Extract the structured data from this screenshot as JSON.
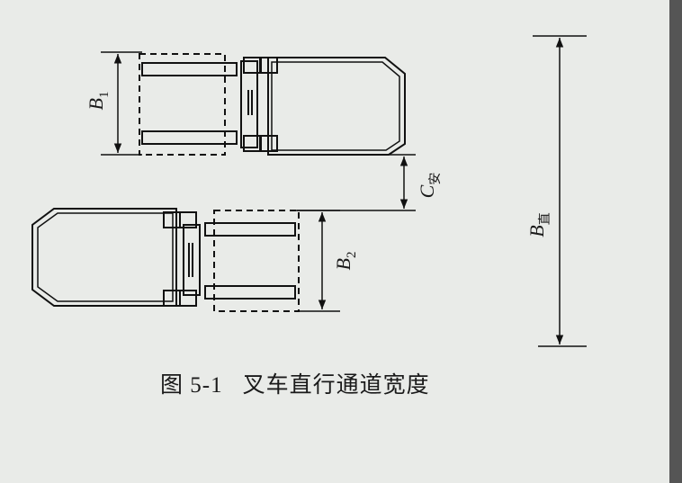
{
  "diagram": {
    "labels": {
      "b1": {
        "main": "B",
        "sub": "1"
      },
      "b2": {
        "main": "B",
        "sub": "2"
      },
      "c": {
        "main": "C",
        "sub": "安"
      },
      "bz": {
        "main": "B",
        "sub": "直"
      }
    },
    "caption": {
      "number": "图 5-1",
      "title": "叉车直行通道宽度"
    }
  }
}
